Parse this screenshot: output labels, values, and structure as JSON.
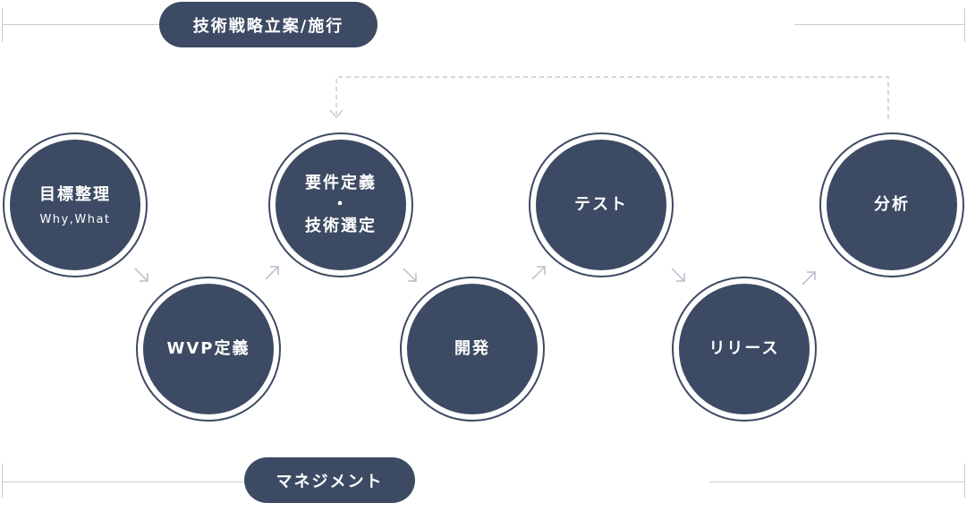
{
  "colors": {
    "primary": "#3d4a63",
    "line": "#c8ccd4",
    "arrow": "#b7bdc9"
  },
  "top_bracket": {
    "label": "技術戦略立案/施行"
  },
  "bottom_bracket": {
    "label": "マネジメント"
  },
  "steps": [
    {
      "title": "目標整理",
      "sub": "Why,What"
    },
    {
      "title": "WVP定義"
    },
    {
      "title": "要件定義",
      "sep": "・",
      "title2": "技術選定"
    },
    {
      "title": "開発"
    },
    {
      "title": "テスト"
    },
    {
      "title": "リリース"
    },
    {
      "title": "分析"
    }
  ]
}
